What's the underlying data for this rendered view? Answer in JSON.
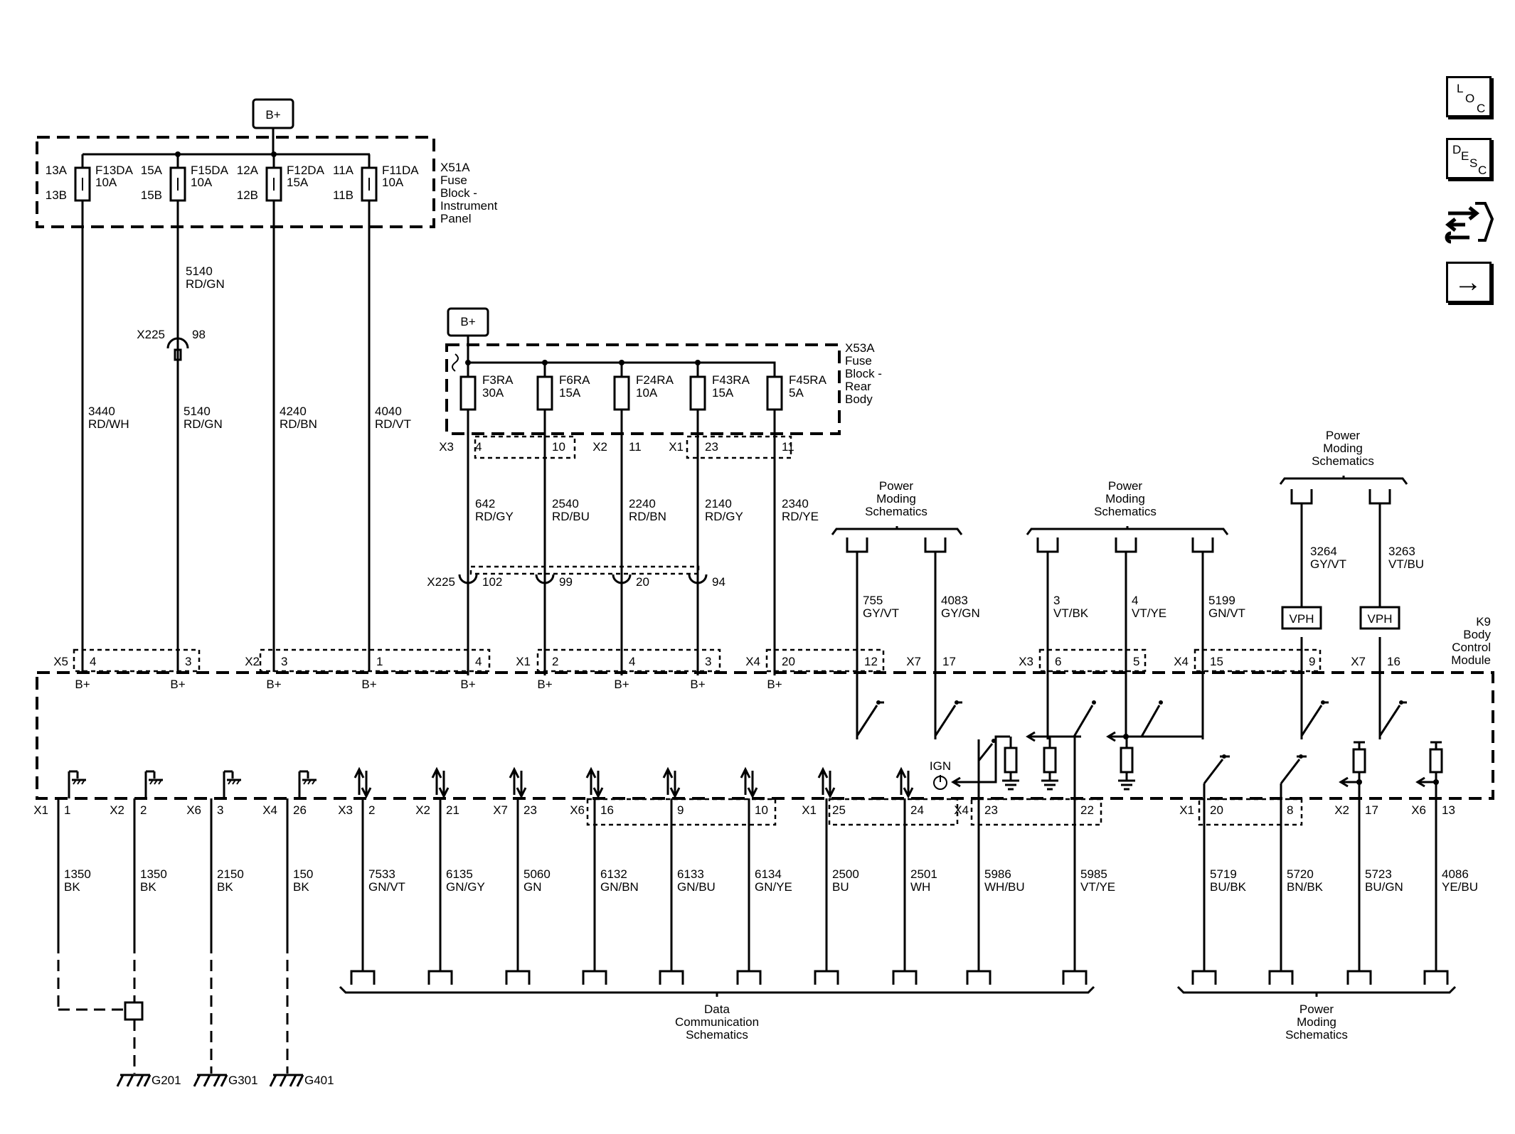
{
  "nav": {
    "loc": [
      "L",
      "O",
      "C"
    ],
    "desc": [
      "D",
      "E",
      "S",
      "C"
    ],
    "arrow": "→"
  },
  "fuse_block_ip": {
    "name": [
      "X51A",
      "Fuse",
      "Block -",
      "Instrument",
      "Panel"
    ],
    "power": "B+",
    "fuses": [
      {
        "in_pin": "13A",
        "out_pin": "13B",
        "name": "F13DA",
        "rating": "10A"
      },
      {
        "in_pin": "15A",
        "out_pin": "15B",
        "name": "F15DA",
        "rating": "10A"
      },
      {
        "in_pin": "12A",
        "out_pin": "12B",
        "name": "F12DA",
        "rating": "15A"
      },
      {
        "in_pin": "11A",
        "out_pin": "11B",
        "name": "F11DA",
        "rating": "10A"
      }
    ]
  },
  "fuse_block_rear": {
    "name": [
      "X53A",
      "Fuse",
      "Block -",
      "Rear",
      "Body"
    ],
    "power": "B+",
    "fuses": [
      {
        "name": "F3RA",
        "rating": "30A"
      },
      {
        "name": "F6RA",
        "rating": "15A"
      },
      {
        "name": "F24RA",
        "rating": "10A"
      },
      {
        "name": "F43RA",
        "rating": "15A"
      },
      {
        "name": "F45RA",
        "rating": "5A"
      }
    ],
    "connectors": [
      {
        "conn": "X3",
        "pin": "4"
      },
      {
        "conn": "",
        "pin": "10"
      },
      {
        "conn": "X2",
        "pin": "11"
      },
      {
        "conn": "X1",
        "pin": "23"
      },
      {
        "conn": "",
        "pin": "11"
      }
    ]
  },
  "inline_x225_top": {
    "name": "X225",
    "pin": "98",
    "wire_num": "5140",
    "wire_color": "RD/GN"
  },
  "inline_x225_mid": {
    "name": "X225",
    "pins": [
      "102",
      "99",
      "20",
      "94"
    ]
  },
  "upper_wires": [
    {
      "num": "3440",
      "color": "RD/WH"
    },
    {
      "num": "5140",
      "color": "RD/GN"
    },
    {
      "num": "4240",
      "color": "RD/BN"
    },
    {
      "num": "4040",
      "color": "RD/VT"
    },
    {
      "num": "642",
      "color": "RD/GY"
    },
    {
      "num": "2540",
      "color": "RD/BU"
    },
    {
      "num": "2240",
      "color": "RD/BN"
    },
    {
      "num": "2140",
      "color": "RD/GY"
    },
    {
      "num": "2340",
      "color": "RD/YE"
    },
    {
      "num": "755",
      "color": "GY/VT"
    },
    {
      "num": "4083",
      "color": "GY/GN"
    },
    {
      "num": "3",
      "color": "VT/BK"
    },
    {
      "num": "4",
      "color": "VT/YE"
    },
    {
      "num": "5199",
      "color": "GN/VT"
    },
    {
      "num": "3264",
      "color": "GY/VT"
    },
    {
      "num": "3263",
      "color": "VT/BU"
    }
  ],
  "power_moding": "Power Moding Schematics",
  "power_moding_lines": [
    "Power",
    "Moding",
    "Schematics"
  ],
  "data_comm_lines": [
    "Data",
    "Communication",
    "Schematics"
  ],
  "vph": "VPH",
  "ign": "IGN",
  "bplus": "B+",
  "module": {
    "name": [
      "K9",
      "Body",
      "Control",
      "Module"
    ]
  },
  "top_pins": [
    {
      "conn": "X5",
      "pin": "4"
    },
    {
      "conn": "",
      "pin": "3"
    },
    {
      "conn": "X2",
      "pin": "3"
    },
    {
      "conn": "",
      "pin": "1"
    },
    {
      "conn": "",
      "pin": "4"
    },
    {
      "conn": "X1",
      "pin": "2"
    },
    {
      "conn": "",
      "pin": "4"
    },
    {
      "conn": "",
      "pin": "3"
    },
    {
      "conn": "X4",
      "pin": "20"
    },
    {
      "conn": "",
      "pin": "12"
    },
    {
      "conn": "X7",
      "pin": "17"
    },
    {
      "conn": "X3",
      "pin": "6"
    },
    {
      "conn": "",
      "pin": "5"
    },
    {
      "conn": "X4",
      "pin": "15"
    },
    {
      "conn": "",
      "pin": "9"
    },
    {
      "conn": "X7",
      "pin": "16"
    }
  ],
  "bottom_pins": [
    {
      "conn": "X1",
      "pin": "1"
    },
    {
      "conn": "X2",
      "pin": "2"
    },
    {
      "conn": "X6",
      "pin": "3"
    },
    {
      "conn": "X4",
      "pin": "26"
    },
    {
      "conn": "X3",
      "pin": "2"
    },
    {
      "conn": "X2",
      "pin": "21"
    },
    {
      "conn": "X7",
      "pin": "23"
    },
    {
      "conn": "X6",
      "pin": "16"
    },
    {
      "conn": "",
      "pin": "9"
    },
    {
      "conn": "",
      "pin": "10"
    },
    {
      "conn": "X1",
      "pin": "25"
    },
    {
      "conn": "",
      "pin": "24"
    },
    {
      "conn": "X4",
      "pin": "23"
    },
    {
      "conn": "",
      "pin": "22"
    },
    {
      "conn": "X1",
      "pin": "20"
    },
    {
      "conn": "",
      "pin": "8"
    },
    {
      "conn": "X2",
      "pin": "17"
    },
    {
      "conn": "X6",
      "pin": "13"
    }
  ],
  "lower_wires": [
    {
      "num": "1350",
      "color": "BK"
    },
    {
      "num": "1350",
      "color": "BK"
    },
    {
      "num": "2150",
      "color": "BK"
    },
    {
      "num": "150",
      "color": "BK"
    },
    {
      "num": "7533",
      "color": "GN/VT"
    },
    {
      "num": "6135",
      "color": "GN/GY"
    },
    {
      "num": "5060",
      "color": "GN"
    },
    {
      "num": "6132",
      "color": "GN/BN"
    },
    {
      "num": "6133",
      "color": "GN/BU"
    },
    {
      "num": "6134",
      "color": "GN/YE"
    },
    {
      "num": "2500",
      "color": "BU"
    },
    {
      "num": "2501",
      "color": "WH"
    },
    {
      "num": "5986",
      "color": "WH/BU"
    },
    {
      "num": "5985",
      "color": "VT/YE"
    },
    {
      "num": "5719",
      "color": "BU/BK"
    },
    {
      "num": "5720",
      "color": "BN/BK"
    },
    {
      "num": "5723",
      "color": "BU/GN"
    },
    {
      "num": "4086",
      "color": "YE/BU"
    }
  ],
  "grounds": [
    "G201",
    "G301",
    "G401"
  ]
}
